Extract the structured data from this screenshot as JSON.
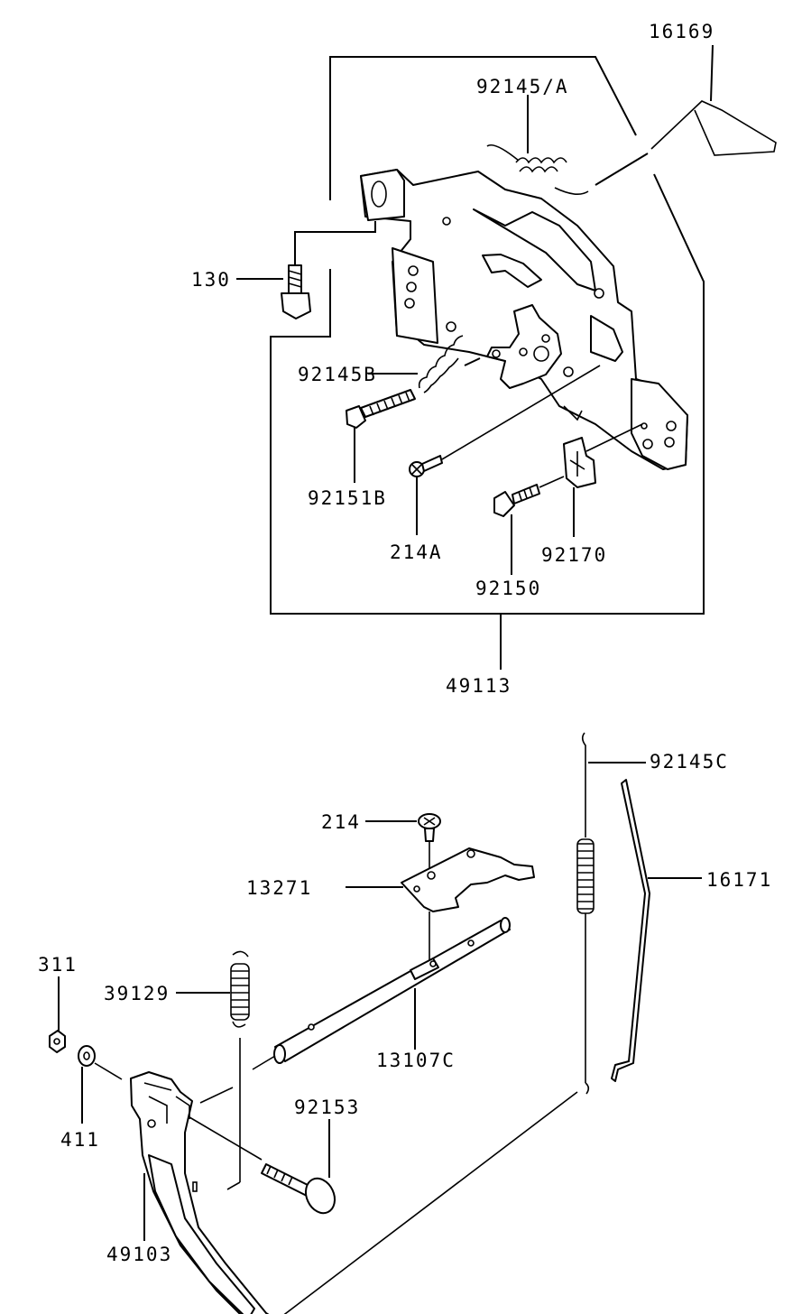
{
  "labels": {
    "p16169": "16169",
    "p92145A": "92145/A",
    "p130": "130",
    "p92145B": "92145B",
    "p92151B": "92151B",
    "p214A": "214A",
    "p92170": "92170",
    "p92150": "92150",
    "p49113": "49113",
    "p92145C": "92145C",
    "p16171": "16171",
    "p214": "214",
    "p13271": "13271",
    "p311": "311",
    "p39129": "39129",
    "p13107C": "13107C",
    "p411": "411",
    "p92153": "92153",
    "p49103": "49103"
  }
}
